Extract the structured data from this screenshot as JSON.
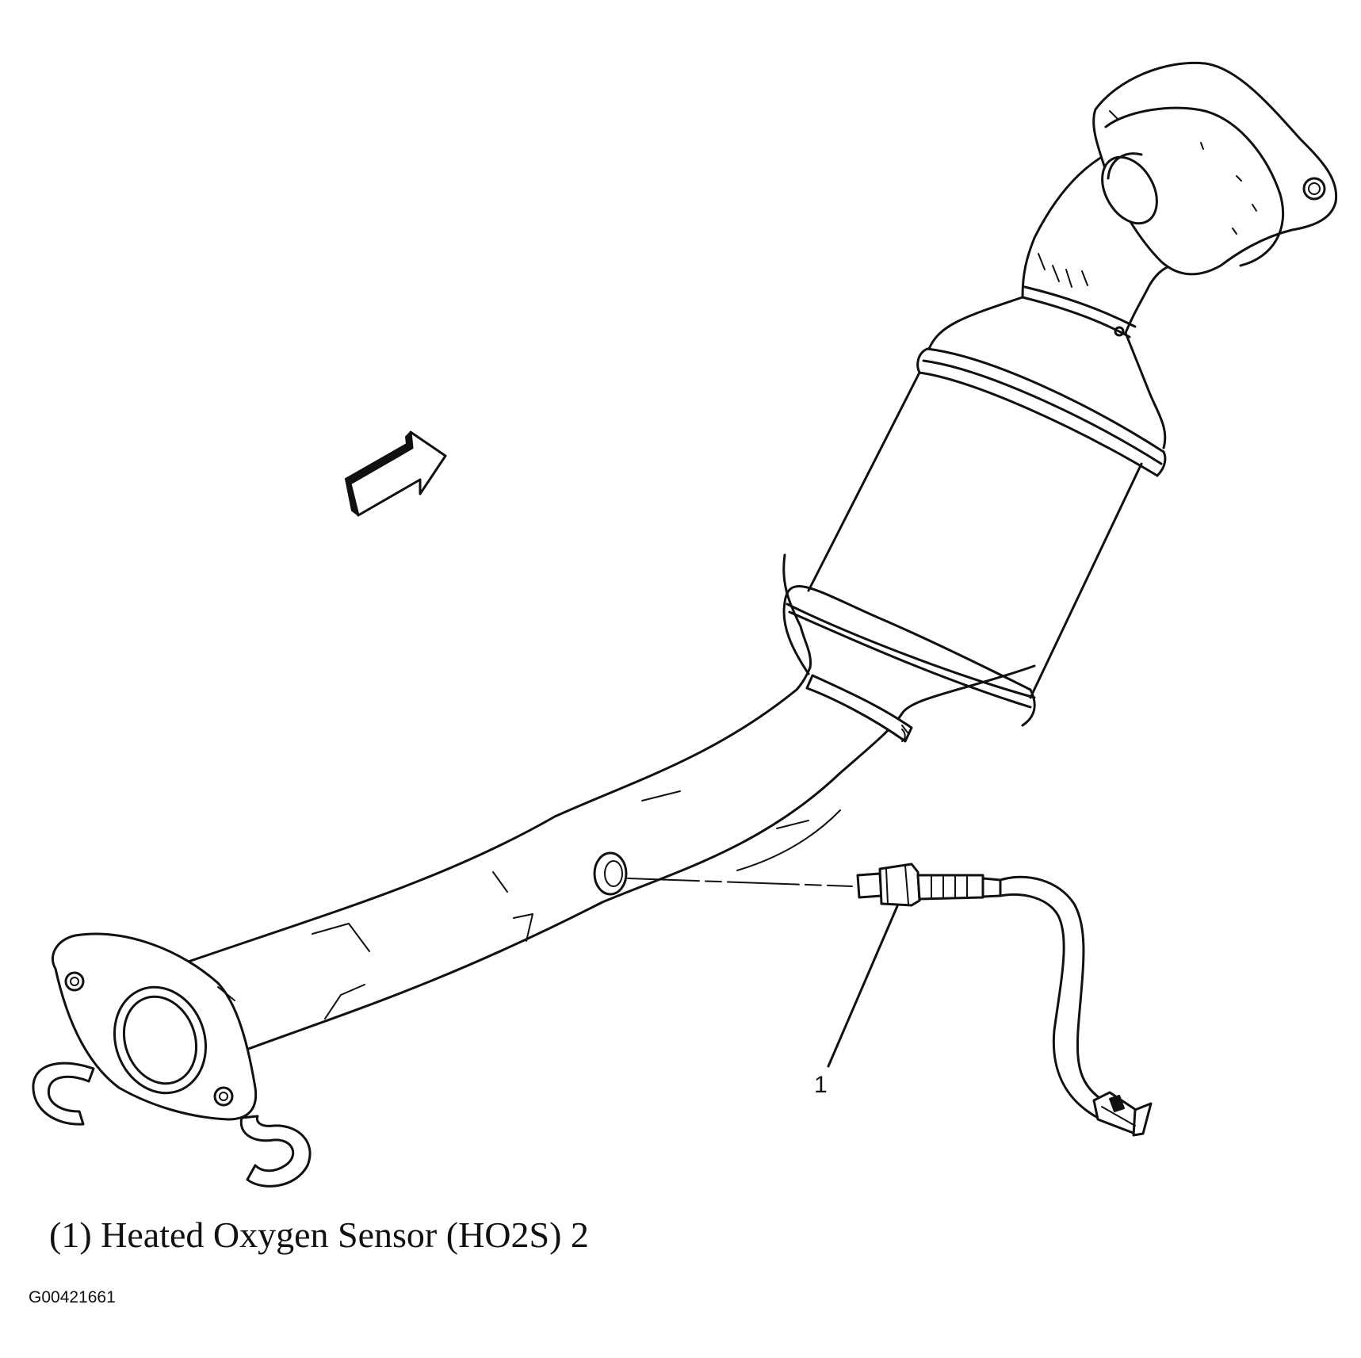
{
  "diagram": {
    "callouts": [
      {
        "number": "1",
        "target": "heated-oxygen-sensor"
      }
    ],
    "legend": [
      {
        "text": "(1) Heated Oxygen Sensor (HO2S) 2"
      }
    ],
    "figure_id": "G00421661",
    "icons": [
      "direction-arrow-icon",
      "heated-oxygen-sensor-icon",
      "wire-connector-icon"
    ],
    "line_color": "#111111",
    "background_color": "#ffffff"
  }
}
